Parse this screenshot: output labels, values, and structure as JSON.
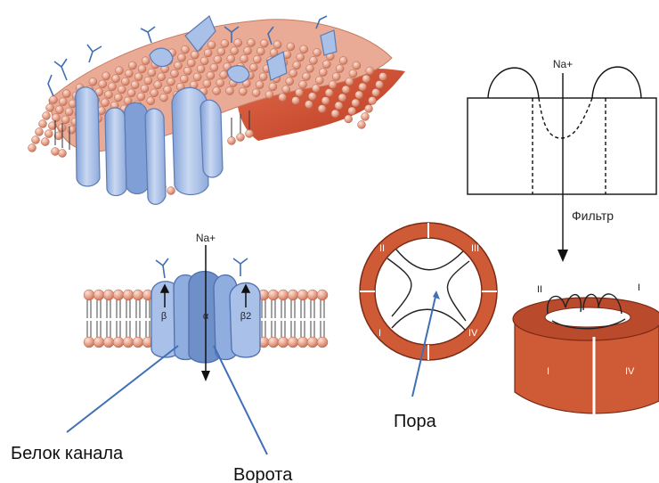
{
  "labels": {
    "na_top": "Na+",
    "na_channel": "Na+",
    "filter": "Фильтр",
    "pore": "Пора",
    "channel_protein": "Белок канала",
    "gate": "Ворота"
  },
  "subunits": {
    "beta": "β",
    "alpha": "α",
    "beta2": "β2"
  },
  "domains": {
    "ring": [
      "II",
      "III",
      "I",
      "IV"
    ],
    "cylinder_top": [
      "II",
      "I"
    ],
    "cylinder_front": [
      "I",
      "IV"
    ]
  },
  "colors": {
    "membrane_head": "#e8a38c",
    "protein": "#a9c1e8",
    "protein_dark": "#6f8fc8",
    "domain": "#cf5a36",
    "leader": "#3f6fb5",
    "cell_interior": "#d24a2e"
  }
}
